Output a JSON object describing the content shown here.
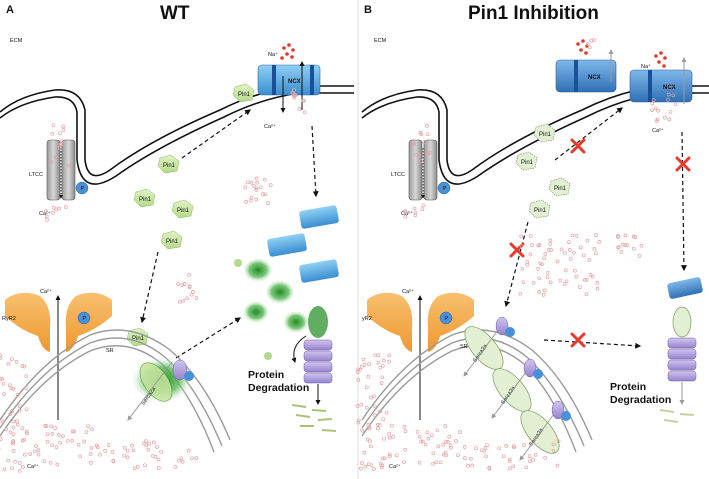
{
  "panel_a": {
    "letter": "A",
    "title": "WT",
    "ecm": "ECM",
    "na": "Na⁺",
    "ncx": "NCX",
    "ca_top": "Ca²⁺",
    "ltcc": "LTCC",
    "p": "P",
    "ca_ltcc": "Ca²⁺",
    "pin1": "Pin1",
    "ryr2": "RyR2",
    "ca_ryr": "Ca²⁺",
    "sr": "SR",
    "serca": "Serca2a",
    "ca_bottom": "Ca²⁺",
    "degradation_1": "Protein",
    "degradation_2": "Degradation"
  },
  "panel_b": {
    "letter": "B",
    "title": "Pin1 Inhibition",
    "ecm": "ECM",
    "na": "Na⁺",
    "ncx": "NCX",
    "ca_top": "Ca²⁺",
    "ltcc": "LTCC",
    "p": "P",
    "ca_ltcc": "Ca²⁺",
    "pin1": "Pin1",
    "ryr2": "yR2",
    "ca_ryr": "Ca²⁺",
    "sr": "SR",
    "serca": "Serca2a",
    "ca_bottom": "Ca²⁺",
    "degradation_1": "Protein",
    "degradation_2": "Degradation"
  },
  "colors": {
    "ncx": "#4aa3df",
    "pin1": "#c8e6a0",
    "ryr2": "#f5a94a",
    "phospho": "#4a90d9",
    "plb": "#8e6bbf",
    "proteasome": "#b7a6e0",
    "inhibit": "#e53b2b",
    "calcium": "#e8a0a0"
  }
}
